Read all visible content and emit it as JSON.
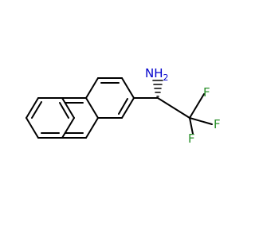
{
  "atoms": {
    "amine_main": "N",
    "amine_sub": "H",
    "amine_sub2": "2",
    "fluorine_1": "F",
    "fluorine_2": "F",
    "fluorine_3": "F"
  },
  "colors": {
    "bond": "#000000",
    "nitrogen": "#0000cc",
    "fluorine": "#2a8f2a",
    "background": "#ffffff"
  }
}
